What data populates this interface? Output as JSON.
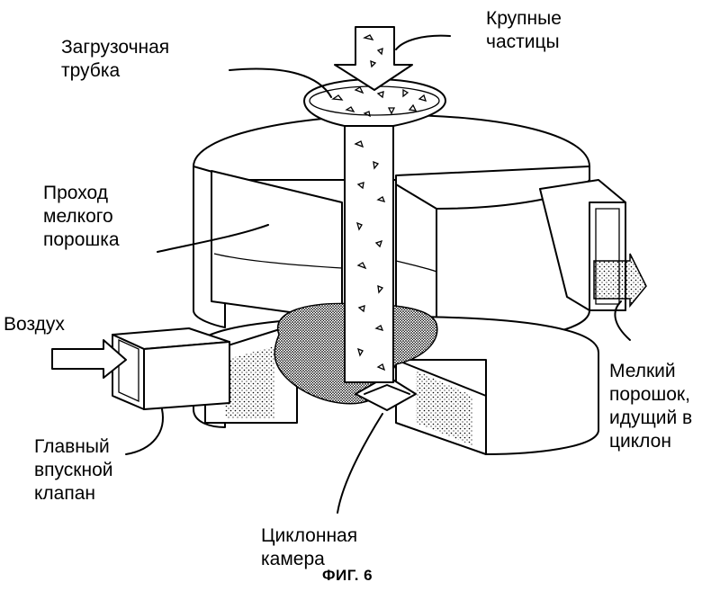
{
  "labels": {
    "large_particles": "Крупные\nчастицы",
    "loading_tube": "Загрузочная\nтрубка",
    "fine_powder_passage": "Проход\nмелкого\nпорошка",
    "air": "Воздух",
    "fine_powder_to_cyclone": "Мелкий\nпорошок,\nидущий в\nциклон",
    "main_inlet_valve": "Главный\nвпускной\nклапан",
    "cyclone_chamber": "Циклонная\nкамера"
  },
  "caption": "ФИГ. 6"
}
